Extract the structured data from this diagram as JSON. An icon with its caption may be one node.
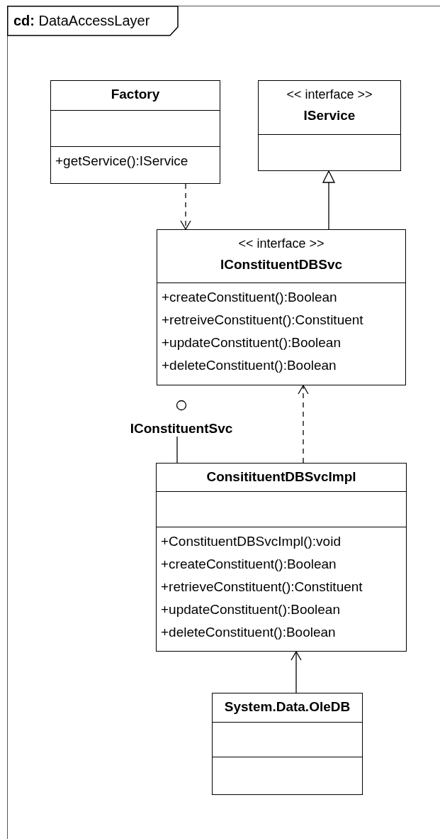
{
  "diagram": {
    "nodes": [
      {
        "text": [
          "**cd:** DataAccessLayer"
        ]
      },
      {
        "text": [
          "Factory",
          "+getService():IService"
        ],
        "in": 0
      },
      {
        "text": [
          "<< interface >>",
          "IService"
        ],
        "in": 0
      },
      {
        "text": [
          "<< interface >>",
          "IConstituentDBSvc",
          "+createConstituent():Boolean",
          "+retreiveConstituent():Constituent",
          "+updateConstituent():Boolean",
          "+deleteConstituent():Boolean"
        ],
        "in": 0
      },
      {
        "text": [],
        "shape": "circle",
        "beside": [
          "IConstituentSvc"
        ],
        "in": 0
      },
      {
        "text": [
          "ConsitituentDBSvcImpl",
          "+ConstituentDBSvcImpl():void",
          "+createConstituent():Boolean",
          "+retrieveConstituent():Constituent",
          "+updateConstituent():Boolean",
          "+deleteConstituent():Boolean"
        ],
        "in": 0
      },
      {
        "text": [
          "System.Data.OleDB"
        ],
        "in": 0
      }
    ],
    "edges": [
      {
        "from": 1,
        "to": 3,
        "arrow": "to",
        "style": "dashed"
      },
      {
        "from": 3,
        "to": 2,
        "arrow": "to"
      },
      {
        "from": 5,
        "to": 3,
        "arrow": "to",
        "style": "dashed"
      },
      {
        "from": 5,
        "to": 4,
        "arrow": "none"
      },
      {
        "from": 6,
        "to": 5,
        "arrow": "to"
      }
    ]
  }
}
